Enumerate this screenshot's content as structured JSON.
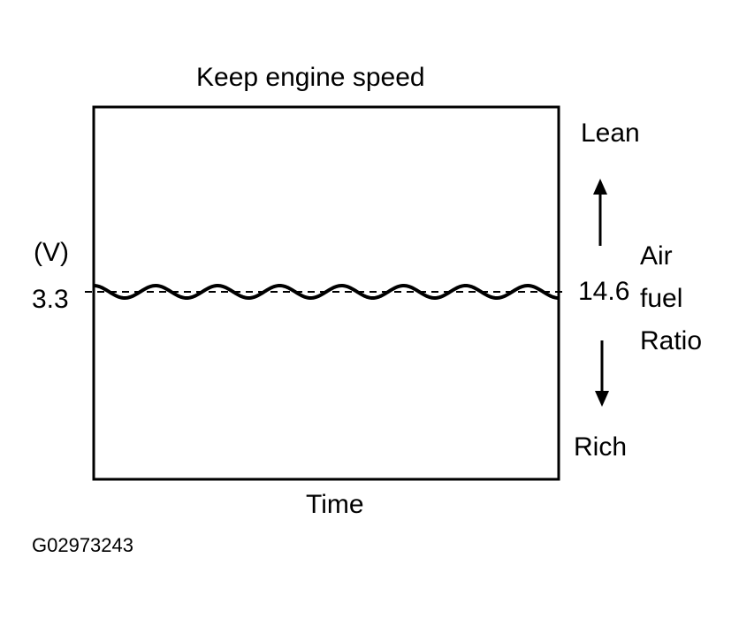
{
  "chart_data": {
    "type": "line",
    "title": "Keep engine speed",
    "xlabel": "Time",
    "ylabel": "(V)",
    "y_ticks": [
      "3.3"
    ],
    "right_axis": {
      "tick": "14.6",
      "label_lines": [
        "Air",
        "fuel",
        "Ratio"
      ],
      "top_label": "Lean",
      "bottom_label": "Rich"
    },
    "reference_line": {
      "y": 3.3,
      "style": "dashed"
    },
    "series": [
      {
        "values": [
          3.3,
          3.3,
          3.3,
          3.3,
          3.3,
          3.3,
          3.3,
          3.3,
          3.3,
          3.3,
          3.3,
          3.3,
          3.3,
          3.3,
          3.3,
          3.3,
          3.3,
          3.3,
          3.3,
          3.3,
          3.3,
          3.3,
          3.3,
          3.3,
          3.3
        ]
      }
    ],
    "oscillation_cycles": 7.5
  },
  "figure_id": "G02973243",
  "colors": {
    "ink": "#000000",
    "background": "#ffffff"
  }
}
